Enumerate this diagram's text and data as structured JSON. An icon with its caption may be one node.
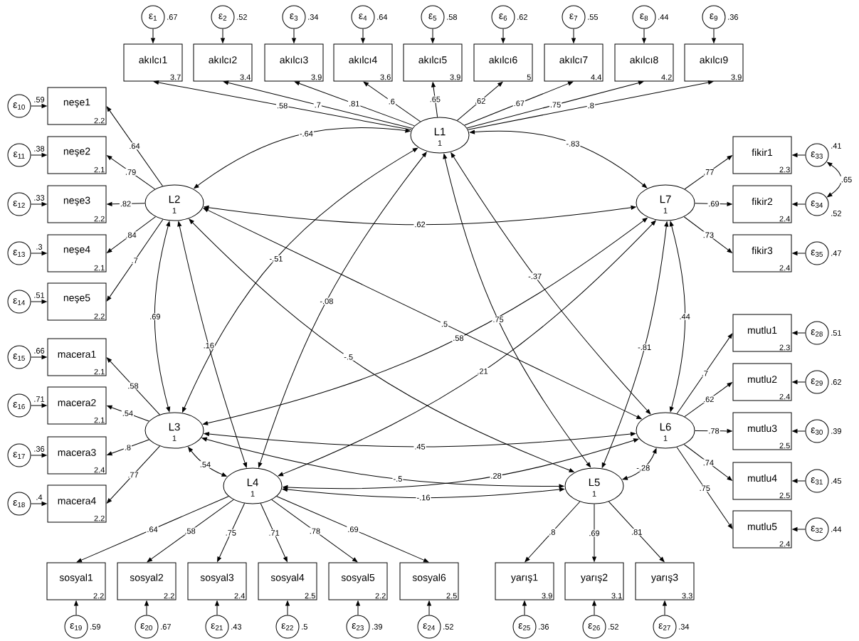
{
  "diagram": {
    "nodes": [
      {
        "text": [
          "ε$_{1}$"
        ],
        "beside": [
          ".67"
        ]
      },
      {
        "text": [
          "ε$_{2}$"
        ],
        "beside": [
          ".52"
        ]
      },
      {
        "text": [
          "ε$_{3}$"
        ],
        "beside": [
          ".34"
        ]
      },
      {
        "text": [
          "ε$_{4}$"
        ],
        "beside": [
          ".64"
        ]
      },
      {
        "text": [
          "ε$_{5}$"
        ],
        "beside": [
          ".58"
        ]
      },
      {
        "text": [
          "ε$_{6}$"
        ],
        "beside": [
          ".62"
        ]
      },
      {
        "text": [
          "ε$_{7}$"
        ],
        "beside": [
          ".55"
        ]
      },
      {
        "text": [
          "ε$_{8}$"
        ],
        "beside": [
          ".44"
        ]
      },
      {
        "text": [
          "ε$_{9}$"
        ],
        "beside": [
          ".36"
        ]
      },
      {
        "text": [
          "akılcı1",
          "3.7"
        ]
      },
      {
        "text": [
          "akılcı2",
          "3.4"
        ]
      },
      {
        "text": [
          "akılcı3",
          "3.9"
        ]
      },
      {
        "text": [
          "akılcı4",
          "3.6"
        ]
      },
      {
        "text": [
          "akılcı5",
          "3.9"
        ]
      },
      {
        "text": [
          "akılcı6",
          "5"
        ]
      },
      {
        "text": [
          "akılcı7",
          "4.4"
        ]
      },
      {
        "text": [
          "akılcı8",
          "4.2"
        ]
      },
      {
        "text": [
          "akılcı9",
          "3.9"
        ]
      },
      {
        "text": [
          "L1",
          "1"
        ]
      },
      {
        "text": [
          "ε$_{10}$"
        ],
        "beside": [
          ".59"
        ]
      },
      {
        "text": [
          "ε$_{11}$"
        ],
        "beside": [
          ".38"
        ]
      },
      {
        "text": [
          "ε$_{12}$"
        ],
        "beside": [
          ".33"
        ]
      },
      {
        "text": [
          "ε$_{13}$"
        ],
        "beside": [
          ".3"
        ]
      },
      {
        "text": [
          "ε$_{14}$"
        ],
        "beside": [
          ".51"
        ]
      },
      {
        "text": [
          "ε$_{15}$"
        ],
        "beside": [
          ".66"
        ]
      },
      {
        "text": [
          "ε$_{16}$"
        ],
        "beside": [
          ".71"
        ]
      },
      {
        "text": [
          "ε$_{17}$"
        ],
        "beside": [
          ".36"
        ]
      },
      {
        "text": [
          "ε$_{18}$"
        ],
        "beside": [
          ".4"
        ]
      },
      {
        "text": [
          "neşe1",
          "2.2"
        ]
      },
      {
        "text": [
          "neşe2",
          "2.1"
        ]
      },
      {
        "text": [
          "neşe3",
          "2.2"
        ]
      },
      {
        "text": [
          "neşe4",
          "2.1"
        ]
      },
      {
        "text": [
          "neşe5",
          "2.2"
        ]
      },
      {
        "text": [
          "macera1",
          "2.1"
        ]
      },
      {
        "text": [
          "macera2",
          "2.1"
        ]
      },
      {
        "text": [
          "macera3",
          "2.4"
        ]
      },
      {
        "text": [
          "macera4",
          "2.2"
        ]
      },
      {
        "text": [
          "L2",
          "1"
        ]
      },
      {
        "text": [
          "L7",
          "1"
        ]
      },
      {
        "text": [
          "fikir1",
          "2.3"
        ]
      },
      {
        "text": [
          "fikir2",
          "2.4"
        ]
      },
      {
        "text": [
          "fikir3",
          "2.4"
        ]
      },
      {
        "text": [
          "ε$_{33}$"
        ],
        "beside": [
          ".41"
        ]
      },
      {
        "text": [
          "ε$_{34}$"
        ],
        "beside": [
          ".52"
        ]
      },
      {
        "text": [
          "ε$_{35}$"
        ],
        "beside": [
          ".47"
        ]
      },
      {
        "text": [
          "L3",
          "1"
        ]
      },
      {
        "text": [
          "L6",
          "1"
        ]
      },
      {
        "text": [
          "mutlu1",
          "2.3"
        ]
      },
      {
        "text": [
          "mutlu2",
          "2.4"
        ]
      },
      {
        "text": [
          "mutlu3",
          "2.5"
        ]
      },
      {
        "text": [
          "mutlu4",
          "2.5"
        ]
      },
      {
        "text": [
          "mutlu5",
          "2.4"
        ]
      },
      {
        "text": [
          "ε$_{28}$"
        ],
        "beside": [
          ".51"
        ]
      },
      {
        "text": [
          "ε$_{29}$"
        ],
        "beside": [
          ".62"
        ]
      },
      {
        "text": [
          "ε$_{30}$"
        ],
        "beside": [
          ".39"
        ]
      },
      {
        "text": [
          "ε$_{31}$"
        ],
        "beside": [
          ".45"
        ]
      },
      {
        "text": [
          "ε$_{32}$"
        ],
        "beside": [
          ".44"
        ]
      },
      {
        "text": [
          "L4",
          "1"
        ]
      },
      {
        "text": [
          "L5",
          "1"
        ]
      },
      {
        "text": [
          "sosyal1",
          "2.2"
        ]
      },
      {
        "text": [
          "sosyal2",
          "2.2"
        ]
      },
      {
        "text": [
          "sosyal3",
          "2.4"
        ]
      },
      {
        "text": [
          "sosyal4",
          "2.5"
        ]
      },
      {
        "text": [
          "sosyal5",
          "2.2"
        ]
      },
      {
        "text": [
          "sosyal6",
          "2.5"
        ]
      },
      {
        "text": [
          "yarış1",
          "3.9"
        ]
      },
      {
        "text": [
          "yarış2",
          "3.1"
        ]
      },
      {
        "text": [
          "yarış3",
          "3.3"
        ]
      },
      {
        "text": [
          "ε$_{19}$"
        ],
        "beside": [
          ".59"
        ]
      },
      {
        "text": [
          "ε$_{20}$"
        ],
        "beside": [
          ".67"
        ]
      },
      {
        "text": [
          "ε$_{21}$"
        ],
        "beside": [
          ".43"
        ]
      },
      {
        "text": [
          "ε$_{22}$"
        ],
        "beside": [
          ".5"
        ]
      },
      {
        "text": [
          "ε$_{23}$"
        ],
        "beside": [
          ".39"
        ]
      },
      {
        "text": [
          "ε$_{24}$"
        ],
        "beside": [
          ".52"
        ]
      },
      {
        "text": [
          "ε$_{25}$"
        ],
        "beside": [
          ".36"
        ]
      },
      {
        "text": [
          "ε$_{26}$"
        ],
        "beside": [
          ".52"
        ]
      },
      {
        "text": [
          "ε$_{27}$"
        ],
        "beside": [
          ".34"
        ]
      }
    ],
    "edges": [
      {
        "from": 0,
        "to": 9,
        "arrow": "to"
      },
      {
        "from": 1,
        "to": 10,
        "arrow": "to"
      },
      {
        "from": 2,
        "to": 11,
        "arrow": "to"
      },
      {
        "from": 3,
        "to": 12,
        "arrow": "to"
      },
      {
        "from": 4,
        "to": 13,
        "arrow": "to"
      },
      {
        "from": 5,
        "to": 14,
        "arrow": "to"
      },
      {
        "from": 6,
        "to": 15,
        "arrow": "to"
      },
      {
        "from": 7,
        "to": 16,
        "arrow": "to"
      },
      {
        "from": 8,
        "to": 17,
        "arrow": "to"
      },
      {
        "from": 19,
        "to": 28,
        "arrow": "to"
      },
      {
        "from": 20,
        "to": 29,
        "arrow": "to"
      },
      {
        "from": 21,
        "to": 30,
        "arrow": "to"
      },
      {
        "from": 22,
        "to": 31,
        "arrow": "to"
      },
      {
        "from": 23,
        "to": 32,
        "arrow": "to"
      },
      {
        "from": 24,
        "to": 33,
        "arrow": "to"
      },
      {
        "from": 25,
        "to": 34,
        "arrow": "to"
      },
      {
        "from": 26,
        "to": 35,
        "arrow": "to"
      },
      {
        "from": 27,
        "to": 36,
        "arrow": "to"
      },
      {
        "from": 42,
        "to": 39,
        "arrow": "to"
      },
      {
        "from": 43,
        "to": 40,
        "arrow": "to"
      },
      {
        "from": 44,
        "to": 41,
        "arrow": "to"
      },
      {
        "from": 52,
        "to": 47,
        "arrow": "to"
      },
      {
        "from": 53,
        "to": 48,
        "arrow": "to"
      },
      {
        "from": 54,
        "to": 49,
        "arrow": "to"
      },
      {
        "from": 55,
        "to": 50,
        "arrow": "to"
      },
      {
        "from": 56,
        "to": 51,
        "arrow": "to"
      },
      {
        "from": 68,
        "to": 59,
        "arrow": "to"
      },
      {
        "from": 69,
        "to": 60,
        "arrow": "to"
      },
      {
        "from": 70,
        "to": 61,
        "arrow": "to"
      },
      {
        "from": 71,
        "to": 62,
        "arrow": "to"
      },
      {
        "from": 72,
        "to": 63,
        "arrow": "to"
      },
      {
        "from": 73,
        "to": 64,
        "arrow": "to"
      },
      {
        "from": 74,
        "to": 65,
        "arrow": "to"
      },
      {
        "from": 75,
        "to": 66,
        "arrow": "to"
      },
      {
        "from": 76,
        "to": 67,
        "arrow": "to"
      },
      {
        "from": 18,
        "to": 9,
        "arrow": "to",
        "label": ".58"
      },
      {
        "from": 18,
        "to": 10,
        "arrow": "to",
        "label": ".7"
      },
      {
        "from": 18,
        "to": 11,
        "arrow": "to",
        "label": ".81"
      },
      {
        "from": 18,
        "to": 12,
        "arrow": "to",
        "label": ".6"
      },
      {
        "from": 18,
        "to": 13,
        "arrow": "to",
        "label": ".65"
      },
      {
        "from": 18,
        "to": 14,
        "arrow": "to",
        "label": ".62"
      },
      {
        "from": 18,
        "to": 15,
        "arrow": "to",
        "label": ".67"
      },
      {
        "from": 18,
        "to": 16,
        "arrow": "to",
        "label": ".75"
      },
      {
        "from": 18,
        "to": 17,
        "arrow": "to",
        "label": ".8"
      },
      {
        "from": 37,
        "to": 28,
        "arrow": "to",
        "label": ".64"
      },
      {
        "from": 37,
        "to": 29,
        "arrow": "to",
        "label": ".79"
      },
      {
        "from": 37,
        "to": 30,
        "arrow": "to",
        "label": ".82"
      },
      {
        "from": 37,
        "to": 31,
        "arrow": "to",
        "label": ".84"
      },
      {
        "from": 37,
        "to": 32,
        "arrow": "to",
        "label": ".7"
      },
      {
        "from": 45,
        "to": 33,
        "arrow": "to",
        "label": ".58"
      },
      {
        "from": 45,
        "to": 34,
        "arrow": "to",
        "label": ".54"
      },
      {
        "from": 45,
        "to": 35,
        "arrow": "to",
        "label": ".8"
      },
      {
        "from": 45,
        "to": 36,
        "arrow": "to",
        "label": ".77"
      },
      {
        "from": 57,
        "to": 59,
        "arrow": "to",
        "label": ".64"
      },
      {
        "from": 57,
        "to": 60,
        "arrow": "to",
        "label": ".58"
      },
      {
        "from": 57,
        "to": 61,
        "arrow": "to",
        "label": ".75"
      },
      {
        "from": 57,
        "to": 62,
        "arrow": "to",
        "label": ".71"
      },
      {
        "from": 57,
        "to": 63,
        "arrow": "to",
        "label": ".78"
      },
      {
        "from": 57,
        "to": 64,
        "arrow": "to",
        "label": ".69"
      },
      {
        "from": 58,
        "to": 65,
        "arrow": "to",
        "label": ".8"
      },
      {
        "from": 58,
        "to": 66,
        "arrow": "to",
        "label": ".69"
      },
      {
        "from": 58,
        "to": 67,
        "arrow": "to",
        "label": ".81"
      },
      {
        "from": 46,
        "to": 47,
        "arrow": "to",
        "label": ".7"
      },
      {
        "from": 46,
        "to": 48,
        "arrow": "to",
        "label": ".62"
      },
      {
        "from": 46,
        "to": 49,
        "arrow": "to",
        "label": ".78"
      },
      {
        "from": 46,
        "to": 50,
        "arrow": "to",
        "label": ".74"
      },
      {
        "from": 46,
        "to": 51,
        "arrow": "to",
        "label": ".75"
      },
      {
        "from": 38,
        "to": 39,
        "arrow": "to",
        "label": ".77"
      },
      {
        "from": 38,
        "to": 40,
        "arrow": "to",
        "label": ".69"
      },
      {
        "from": 38,
        "to": 41,
        "arrow": "to",
        "label": ".73"
      },
      {
        "from": 18,
        "to": 37,
        "arrow": "both",
        "label": "-.64"
      },
      {
        "from": 18,
        "to": 45,
        "arrow": "both",
        "label": "-.51"
      },
      {
        "from": 18,
        "to": 57,
        "arrow": "both",
        "label": "-.08"
      },
      {
        "from": 18,
        "to": 58,
        "arrow": "both",
        "label": ".75"
      },
      {
        "from": 18,
        "to": 46,
        "arrow": "both",
        "label": "-.37"
      },
      {
        "from": 18,
        "to": 38,
        "arrow": "both",
        "label": "-.83"
      },
      {
        "from": 37,
        "to": 45,
        "arrow": "both",
        "label": ".69"
      },
      {
        "from": 37,
        "to": 57,
        "arrow": "both",
        "label": ".16"
      },
      {
        "from": 37,
        "to": 58,
        "arrow": "both",
        "label": "-.5"
      },
      {
        "from": 37,
        "to": 46,
        "arrow": "both",
        "label": ".5"
      },
      {
        "from": 37,
        "to": 38,
        "arrow": "both",
        "label": ".62"
      },
      {
        "from": 45,
        "to": 57,
        "arrow": "both",
        "label": ".54"
      },
      {
        "from": 45,
        "to": 58,
        "arrow": "both",
        "label": "-.5"
      },
      {
        "from": 45,
        "to": 46,
        "arrow": "both",
        "label": ".45"
      },
      {
        "from": 45,
        "to": 38,
        "arrow": "both",
        "label": ".58"
      },
      {
        "from": 57,
        "to": 58,
        "arrow": "both",
        "label": "-.16"
      },
      {
        "from": 57,
        "to": 46,
        "arrow": "both",
        "label": ".28"
      },
      {
        "from": 57,
        "to": 38,
        "arrow": "both",
        "label": ".21"
      },
      {
        "from": 58,
        "to": 46,
        "arrow": "both",
        "label": "-.28"
      },
      {
        "from": 58,
        "to": 38,
        "arrow": "both",
        "label": "-.81"
      },
      {
        "from": 46,
        "to": 38,
        "arrow": "both",
        "label": ".44"
      },
      {
        "from": 42,
        "to": 43,
        "arrow": "both",
        "label": ".65"
      }
    ]
  }
}
